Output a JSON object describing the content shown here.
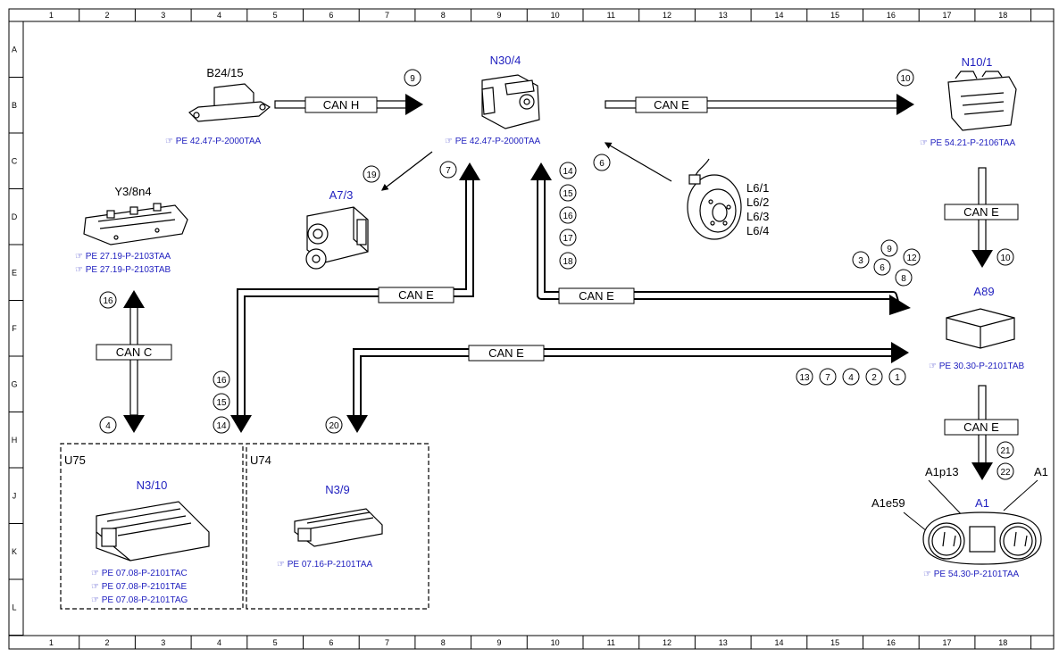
{
  "grid": {
    "columns": [
      "1",
      "2",
      "3",
      "4",
      "5",
      "6",
      "7",
      "8",
      "9",
      "10",
      "11",
      "12",
      "13",
      "14",
      "15",
      "16",
      "17",
      "18"
    ],
    "rows": [
      "A",
      "B",
      "C",
      "D",
      "E",
      "F",
      "G",
      "H",
      "J",
      "K",
      "L"
    ]
  },
  "components": {
    "b24_15": {
      "label": "B24/15",
      "refs": [
        "PE 42.47-P-2000TAA"
      ]
    },
    "n30_4": {
      "label": "N30/4",
      "refs": [
        "PE 42.47-P-2000TAA"
      ]
    },
    "n10_1": {
      "label": "N10/1",
      "refs": [
        "PE 54.21-P-2106TAA"
      ]
    },
    "y3_8n4": {
      "label": "Y3/8n4",
      "refs": [
        "PE 27.19-P-2103TAA",
        "PE 27.19-P-2103TAB"
      ]
    },
    "a7_3": {
      "label": "A7/3"
    },
    "l6": {
      "labels": [
        "L6/1",
        "L6/2",
        "L6/3",
        "L6/4"
      ]
    },
    "a89": {
      "label": "A89",
      "refs": [
        "PE 30.30-P-2101TAB"
      ]
    },
    "n3_10": {
      "label": "N3/10",
      "refs": [
        "PE 07.08-P-2101TAC",
        "PE 07.08-P-2101TAE",
        "PE 07.08-P-2101TAG"
      ]
    },
    "n3_9": {
      "label": "N3/9",
      "refs": [
        "PE 07.16-P-2101TAA"
      ]
    },
    "a1": {
      "label": "A1",
      "sub": {
        "a1p13": "A1p13",
        "a1e59": "A1e59",
        "a1_cut": "A1"
      },
      "refs": [
        "PE 54.30-P-2101TAA"
      ]
    }
  },
  "groups": {
    "u75": "U75",
    "u74": "U74"
  },
  "buses": {
    "can_h": "CAN H",
    "can_e_top": "CAN E",
    "can_e_n10": "CAN E",
    "can_e_left": "CAN E",
    "can_e_mid": "CAN E",
    "can_e_low": "CAN E",
    "can_e_a1": "CAN E",
    "can_c": "CAN C"
  },
  "signals": {
    "s9": "9",
    "s10a": "10",
    "s19": "19",
    "s7": "7",
    "s6": "6",
    "s14a": "14",
    "s15a": "15",
    "s16a": "16",
    "s17": "17",
    "s18": "18",
    "s10b": "10",
    "c3": "3",
    "c9": "9",
    "c12": "12",
    "c6": "6",
    "c8": "8",
    "s16b": "16",
    "s13": "13",
    "s7b": "7",
    "s4": "4",
    "s2": "2",
    "s1": "1",
    "s16c": "16",
    "s15c": "15",
    "s14c": "14",
    "s4b": "4",
    "s20": "20",
    "s21": "21",
    "s22": "22"
  }
}
